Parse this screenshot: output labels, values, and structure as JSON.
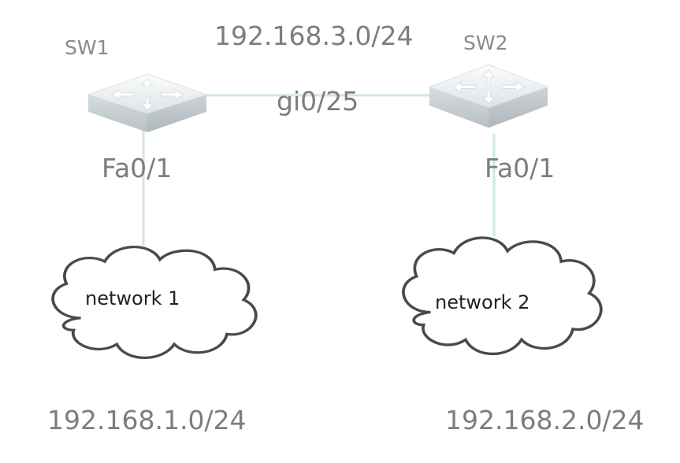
{
  "switches": {
    "sw1": {
      "name": "SW1",
      "port": "Fa0/1"
    },
    "sw2": {
      "name": "SW2",
      "port": "Fa0/1"
    }
  },
  "uplink": {
    "port": "gi0/25",
    "subnet": "192.168.3.0/24"
  },
  "networks": {
    "network1": {
      "name": "network 1",
      "subnet": "192.168.1.0/24"
    },
    "network2": {
      "name": "network 2",
      "subnet": "192.168.2.0/24"
    }
  },
  "colors": {
    "link": "#cfe6e6",
    "switch_top": "#eef1f3",
    "switch_side": "#c6cdd2",
    "label_gray": "#7d7d7d",
    "cloud_stroke": "#4a4a4a"
  },
  "icons": {
    "switch": "layer3-switch-icon",
    "network": "cloud-icon"
  }
}
